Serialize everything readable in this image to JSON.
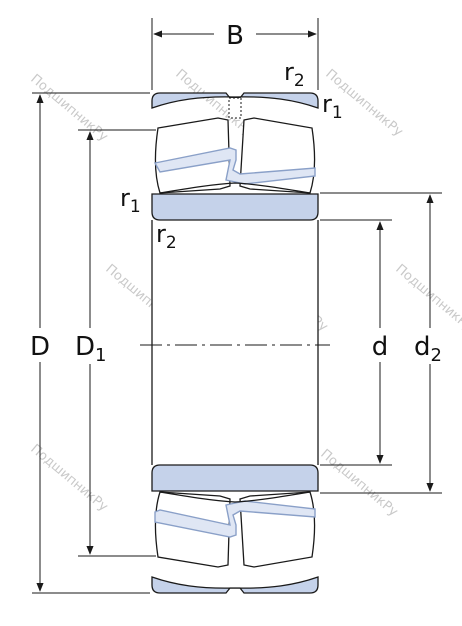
{
  "diagram": {
    "labels": {
      "B": "B",
      "D": "D",
      "D1_main": "D",
      "D1_sub": "1",
      "d": "d",
      "d2_main": "d",
      "d2_sub": "2",
      "r1_top_main": "r",
      "r1_top_sub": "1",
      "r2_top_main": "r",
      "r2_top_sub": "2",
      "r1_mid_main": "r",
      "r1_mid_sub": "1",
      "r2_mid_main": "r",
      "r2_mid_sub": "2"
    },
    "watermark": "ПодшипникРу",
    "colors": {
      "ring_fill": "#c5d2ea",
      "roller_fill": "#ffffff",
      "line": "#1a1a1a",
      "cage": "#8aa0c8",
      "watermark": "#c9c9c9"
    }
  }
}
